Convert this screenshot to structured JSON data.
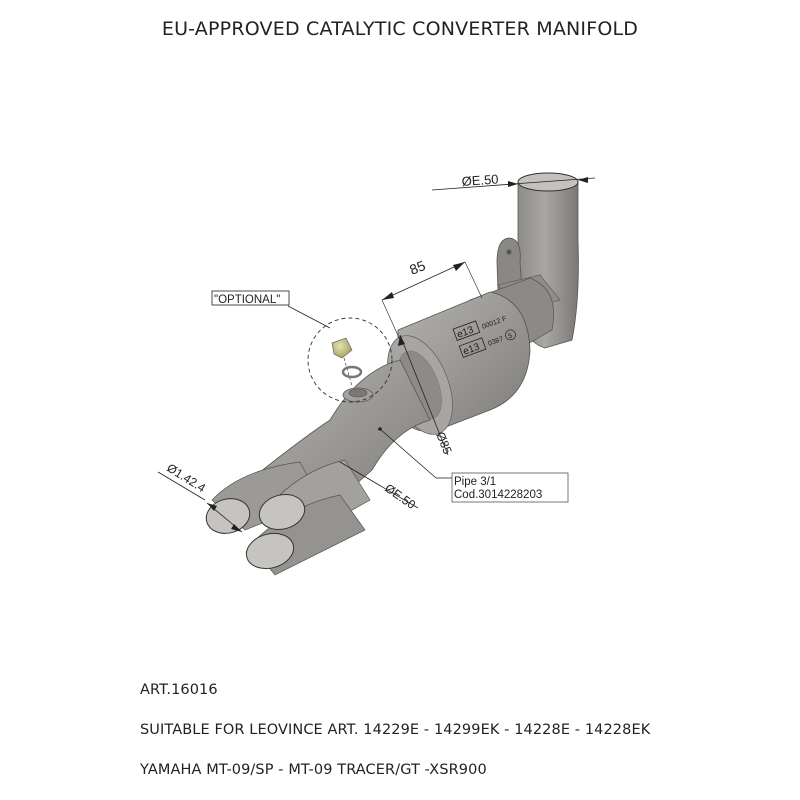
{
  "title": "EU-APPROVED CATALYTIC CONVERTER MANIFOLD",
  "drawing": {
    "labels": {
      "outlet_diameter": "ØE.50",
      "length_dimension": "85",
      "body_diameter": "Ø85",
      "inlet_pipe_diameter": "ØE.50",
      "header_diameter": "Ø1.42.4",
      "optional_callout": "\"OPTIONAL\"",
      "pipe_callout_line1": "Pipe 3/1",
      "pipe_callout_line2": "Cod.3014228203",
      "homologation_1_mark": "e13",
      "homologation_1_code": "00012 F",
      "homologation_2_mark": "e13",
      "homologation_2_code": "0387",
      "homologation_2_circle": "5"
    },
    "colors": {
      "metal": "#9a9894",
      "metal_dark": "#7b7975",
      "metal_light": "#b9b7b3",
      "plug": "#c9c48a",
      "line": "#222222"
    }
  },
  "info": {
    "article": "ART.16016",
    "suitable_for": "SUITABLE FOR LEOVINCE ART. 14229E - 14299EK - 14228E - 14228EK",
    "models": "YAMAHA MT-09/SP - MT-09 TRACER/GT -XSR900"
  }
}
